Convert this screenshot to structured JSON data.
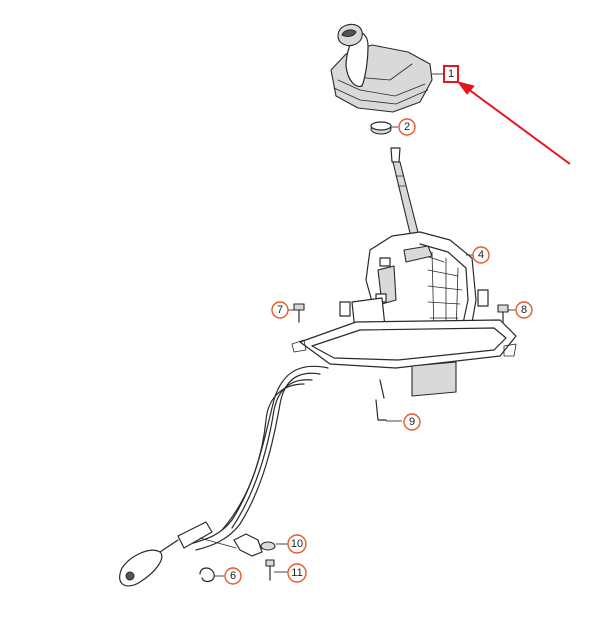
{
  "callouts": [
    {
      "id": "1",
      "label": "1"
    },
    {
      "id": "2",
      "label": "2"
    },
    {
      "id": "4",
      "label": "4"
    },
    {
      "id": "6",
      "label": "6"
    },
    {
      "id": "7",
      "label": "7"
    },
    {
      "id": "8",
      "label": "8"
    },
    {
      "id": "9",
      "label": "9"
    },
    {
      "id": "10",
      "label": "10"
    },
    {
      "id": "11",
      "label": "11"
    }
  ],
  "highlight": {
    "target": "1",
    "box_color": "#e8141c",
    "arrow_color": "#e8141c"
  },
  "colors": {
    "callout_ring": "#e8592a",
    "line": "#2a2a2a"
  }
}
